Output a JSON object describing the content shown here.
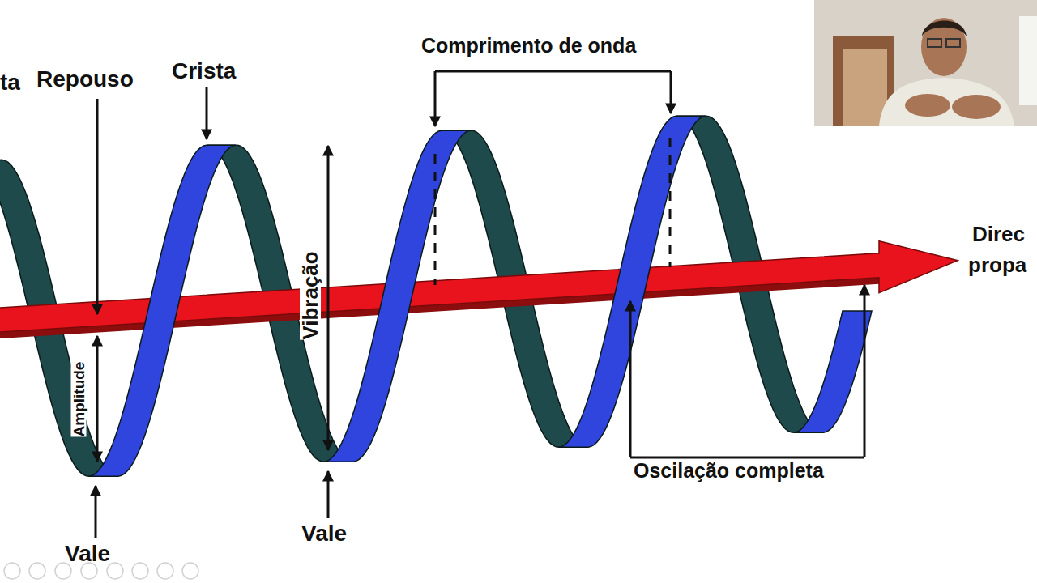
{
  "diagram": {
    "labels": [
      "ta",
      "Repouso",
      "Crista",
      "Comprimento de onda",
      "Vibração",
      "Amplitude",
      "Vale",
      "Vale",
      "Oscilação completa",
      "Direc",
      "propa"
    ]
  }
}
